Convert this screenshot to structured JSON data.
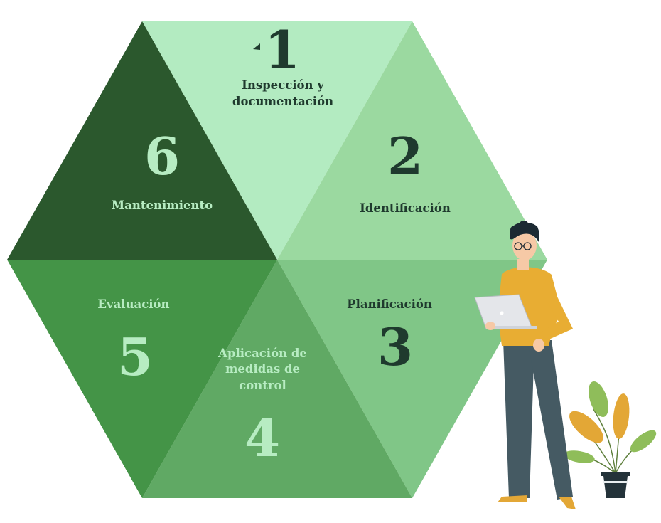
{
  "segments": [
    {
      "number": "1",
      "label": "Inspección y documentación",
      "color": "#b3ebc1"
    },
    {
      "number": "2",
      "label": "Identificación",
      "color": "#9bd9a0"
    },
    {
      "number": "3",
      "label": "Planificación",
      "color": "#80c687"
    },
    {
      "number": "4",
      "label": "Aplicación de medidas de control",
      "color": "#60a964"
    },
    {
      "number": "5",
      "label": "Evaluación",
      "color": "#449447"
    },
    {
      "number": "6",
      "label": "Mantenimiento",
      "color": "#2b582d"
    }
  ],
  "colors": {
    "dark_text": "#1f3a2e",
    "light_text": "#b7ecc2",
    "sweater": "#e8ad33",
    "pants": "#455a63",
    "hair": "#1c2a33",
    "laptop": "#e4e6ea",
    "leaf_green": "#8fbd5a",
    "leaf_yellow": "#e3a736",
    "pot": "#24333a"
  },
  "illustration": {
    "person": "person-holding-laptop",
    "plant": "potted-plant"
  }
}
